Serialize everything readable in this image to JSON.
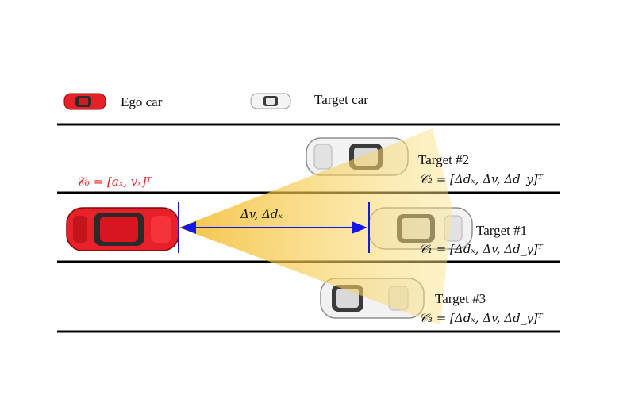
{
  "legend": {
    "ego_label": "Ego car",
    "target_label": "Target car"
  },
  "ego": {
    "state": "𝒞₀ = [aₓ, vₓ]ᵀ",
    "color": "#e8202a"
  },
  "measurement": {
    "label": "Δv, Δdₓ",
    "arrow_color": "#1515e6"
  },
  "targets": [
    {
      "name": "Target #2",
      "state": "𝒞₂ = [Δdₓ, Δv, Δd_y]ᵀ"
    },
    {
      "name": "Target #1",
      "state": "𝒞₁ = [Δdₓ, Δv, Δd_y]ᵀ"
    },
    {
      "name": "Target #3",
      "state": "𝒞₃ = [Δdₓ, Δv, Δd_y]ᵀ"
    }
  ],
  "colors": {
    "sensor_cone": "#f4c430",
    "lane_line": "#000000",
    "target_body": "#f2f2f2"
  }
}
